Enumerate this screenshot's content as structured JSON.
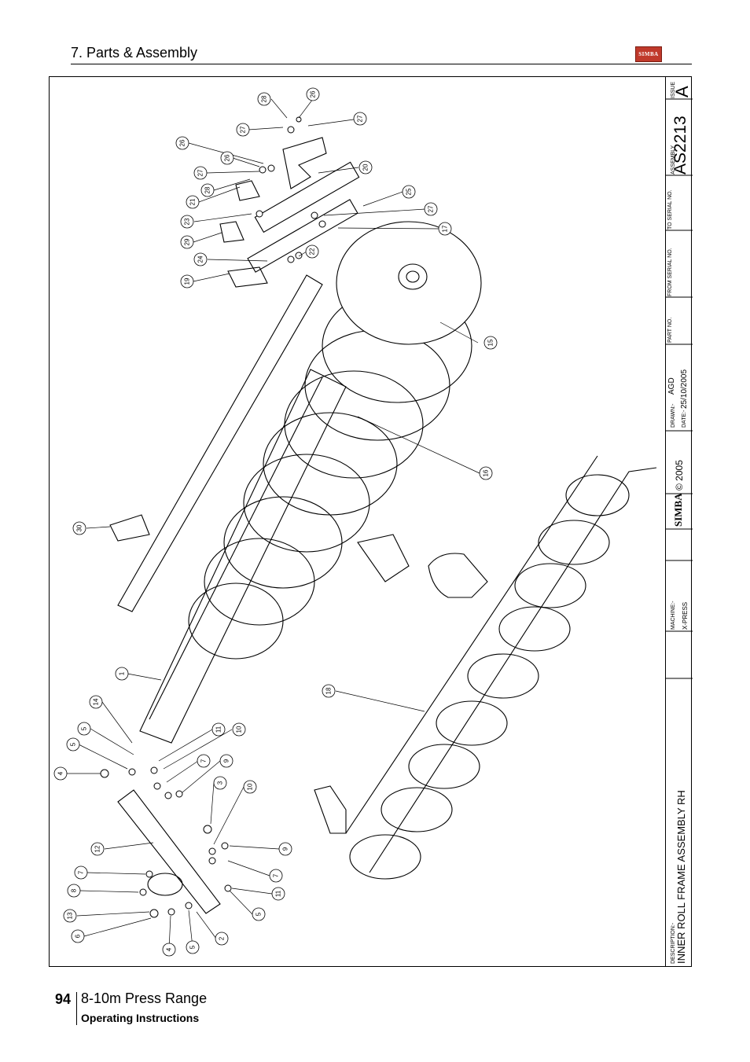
{
  "header": {
    "section_title": "7. Parts & Assembly",
    "logo_text": "SIMBA"
  },
  "footer": {
    "page_number": "94",
    "range": "8-10m Press Range",
    "subtitle": "Operating Instructions"
  },
  "title_block": {
    "description_label": "DESCRIPTION:-",
    "description": "INNER ROLL FRAME ASSEMBLY RH",
    "machine_label": "MACHINE:-",
    "machine": "X-PRESS",
    "logo": "SIMBA",
    "copyright": "© 2005",
    "drawn_label": "DRAWN:-",
    "drawn": "AGD",
    "date_label": "DATE:-",
    "date": "25/10/2005",
    "part_no_label": "PART NO.",
    "from_serial_label": "FROM SERIAL NO.",
    "to_serial_label": "TO SERIAL NO.",
    "assembly_label": "ASSEMBLY",
    "assembly": "AS2213",
    "issue_label": "ISSUE",
    "issue": "A"
  },
  "callouts": [
    {
      "n": "28"
    },
    {
      "n": "26"
    },
    {
      "n": "27"
    },
    {
      "n": "27"
    },
    {
      "n": "26"
    },
    {
      "n": "26"
    },
    {
      "n": "27"
    },
    {
      "n": "28"
    },
    {
      "n": "20"
    },
    {
      "n": "21"
    },
    {
      "n": "25"
    },
    {
      "n": "23"
    },
    {
      "n": "27"
    },
    {
      "n": "17"
    },
    {
      "n": "29"
    },
    {
      "n": "22"
    },
    {
      "n": "24"
    },
    {
      "n": "19"
    },
    {
      "n": "15"
    },
    {
      "n": "16"
    },
    {
      "n": "30"
    },
    {
      "n": "1"
    },
    {
      "n": "18"
    },
    {
      "n": "14"
    },
    {
      "n": "5"
    },
    {
      "n": "5"
    },
    {
      "n": "11"
    },
    {
      "n": "10"
    },
    {
      "n": "4"
    },
    {
      "n": "7"
    },
    {
      "n": "9"
    },
    {
      "n": "3"
    },
    {
      "n": "10"
    },
    {
      "n": "12"
    },
    {
      "n": "9"
    },
    {
      "n": "7"
    },
    {
      "n": "7"
    },
    {
      "n": "8"
    },
    {
      "n": "11"
    },
    {
      "n": "13"
    },
    {
      "n": "5"
    },
    {
      "n": "6"
    },
    {
      "n": "2"
    },
    {
      "n": "4"
    },
    {
      "n": "5"
    }
  ],
  "colors": {
    "logo_red": "#c0392b",
    "ink": "#000000"
  }
}
